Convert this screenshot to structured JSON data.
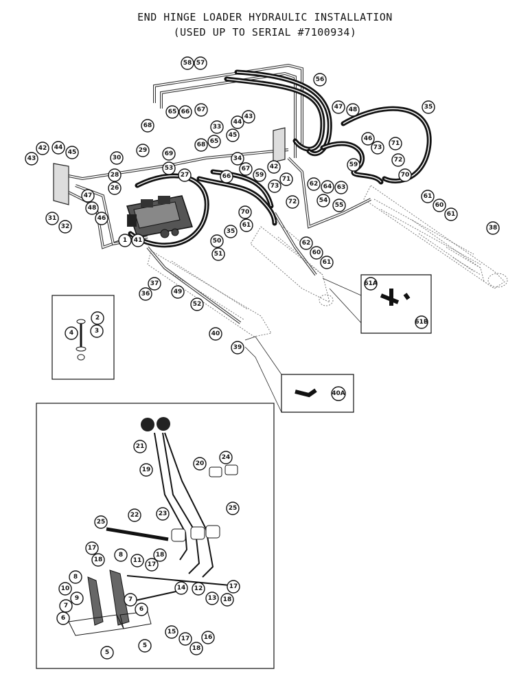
{
  "title": {
    "line1": "END HINGE LOADER  HYDRAULIC INSTALLATION",
    "line2": "(USED UP TO SERIAL #7100934)"
  },
  "callouts": {
    "c1": "1",
    "c2": "2",
    "c3": "3",
    "c4": "4",
    "c5": "5",
    "c5b": "5",
    "c6": "6",
    "c6b": "6",
    "c7": "7",
    "c7b": "7",
    "c8": "8",
    "c8b": "8",
    "c9": "9",
    "c10": "10",
    "c11": "11",
    "c12": "12",
    "c13": "13",
    "c14": "14",
    "c15": "15",
    "c16": "16",
    "c17": "17",
    "c17b": "17",
    "c17c": "17",
    "c17d": "17",
    "c18": "18",
    "c18b": "18",
    "c18c": "18",
    "c18d": "18",
    "c19": "19",
    "c20": "20",
    "c21": "21",
    "c22": "22",
    "c23": "23",
    "c24": "24",
    "c25": "25",
    "c25b": "25",
    "c26": "26",
    "c27": "27",
    "c28": "28",
    "c29": "29",
    "c30": "30",
    "c31": "31",
    "c32": "32",
    "c33": "33",
    "c34": "34",
    "c35": "35",
    "c35b": "35",
    "c36": "36",
    "c37": "37",
    "c38": "38",
    "c39": "39",
    "c40": "40",
    "c40a": "40A",
    "c41": "41",
    "c42": "42",
    "c42b": "42",
    "c43": "43",
    "c43b": "43",
    "c44": "44",
    "c44b": "44",
    "c45": "45",
    "c45b": "45",
    "c46": "46",
    "c46b": "46",
    "c47": "47",
    "c47b": "47",
    "c48": "48",
    "c48b": "48",
    "c49": "49",
    "c50": "50",
    "c51": "51",
    "c52": "52",
    "c53": "53",
    "c54": "54",
    "c55": "55",
    "c56": "56",
    "c57": "57",
    "c58": "58",
    "c59": "59",
    "c59b": "59",
    "c60": "60",
    "c60b": "60",
    "c61": "61",
    "c61b": "61",
    "c61c": "61",
    "c61d": "61",
    "c61a": "61A",
    "c61bb": "61B",
    "c62": "62",
    "c62b": "62",
    "c63": "63",
    "c64": "64",
    "c65": "65",
    "c65b": "65",
    "c66": "66",
    "c66b": "66",
    "c67": "67",
    "c67b": "67",
    "c68": "68",
    "c68b": "68",
    "c69": "69",
    "c70": "70",
    "c70b": "70",
    "c71": "71",
    "c71b": "71",
    "c72": "72",
    "c72b": "72",
    "c73": "73",
    "c73b": "73"
  }
}
